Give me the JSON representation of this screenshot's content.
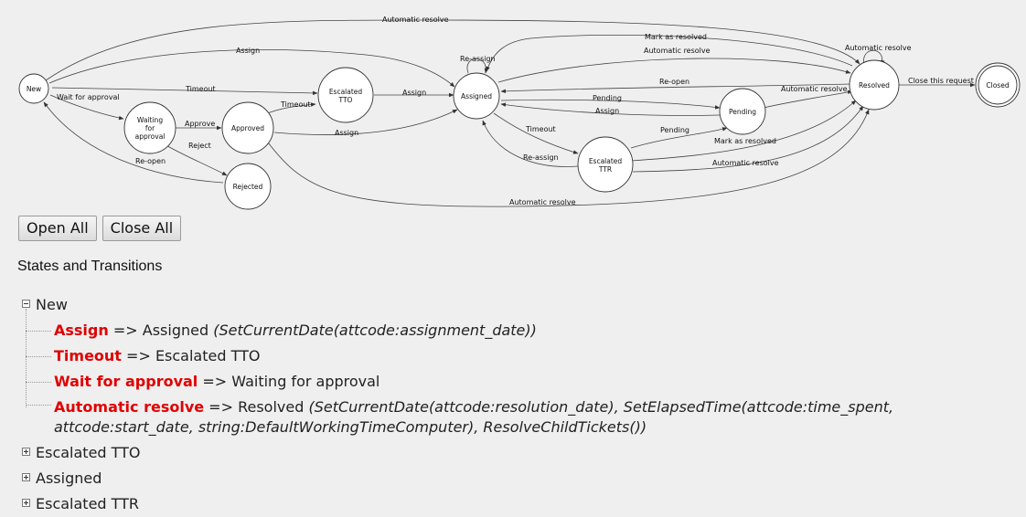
{
  "graph": {
    "nodes": {
      "new": [
        "New"
      ],
      "waiting": [
        "Waiting",
        "for",
        "approval"
      ],
      "approved": [
        "Approved"
      ],
      "rejected": [
        "Rejected"
      ],
      "esc_tto": [
        "Escalated",
        "TTO"
      ],
      "assigned": [
        "Assigned"
      ],
      "esc_ttr": [
        "Escalated",
        "TTR"
      ],
      "pending": [
        "Pending"
      ],
      "resolved": [
        "Resolved"
      ],
      "closed": [
        "Closed"
      ]
    },
    "edge_labels": {
      "auto_top": "Automatic resolve",
      "assign_new": "Assign",
      "timeout_new": "Timeout",
      "wait_approval": "Wait for approval",
      "approve": "Approve",
      "reject": "Reject",
      "reopen_rej": "Re-open",
      "timeout_appr": "Timeout",
      "assign_tto": "Assign",
      "assign_appr": "Assign",
      "auto_appr": "Automatic resolve",
      "reassign_self": "Re-assign",
      "mark_resolved_top": "Mark as resolved",
      "auto_assigned": "Automatic resolve",
      "reopen_res": "Re-open",
      "pending_a": "Pending",
      "assign_pend": "Assign",
      "timeout_ttr": "Timeout",
      "reassign_ttr": "Re-assign",
      "pending_ttr": "Pending",
      "auto_pend": "Automatic resolve",
      "mark_resolved_ttr": "Mark as resolved",
      "auto_ttr": "Automatic resolve",
      "auto_self": "Automatic resolve",
      "close_req": "Close this request"
    }
  },
  "buttons": {
    "open_all": "Open All",
    "close_all": "Close All"
  },
  "section_title": "States and Transitions",
  "tree": {
    "new": {
      "label": "New",
      "transitions": [
        {
          "name": "Assign",
          "arrow": " => ",
          "target": "Assigned",
          "action": "(SetCurrentDate(attcode:assignment_date))"
        },
        {
          "name": "Timeout",
          "arrow": " => ",
          "target": "Escalated TTO",
          "action": ""
        },
        {
          "name": "Wait for approval",
          "arrow": " => ",
          "target": "Waiting for approval",
          "action": ""
        },
        {
          "name": "Automatic resolve",
          "arrow": " => ",
          "target": "Resolved",
          "action": "(SetCurrentDate(attcode:resolution_date), SetElapsedTime(attcode:time_spent, attcode:start_date, string:DefaultWorkingTimeComputer), ResolveChildTickets())"
        }
      ]
    },
    "collapsed": [
      "Escalated TTO",
      "Assigned",
      "Escalated TTR"
    ]
  }
}
